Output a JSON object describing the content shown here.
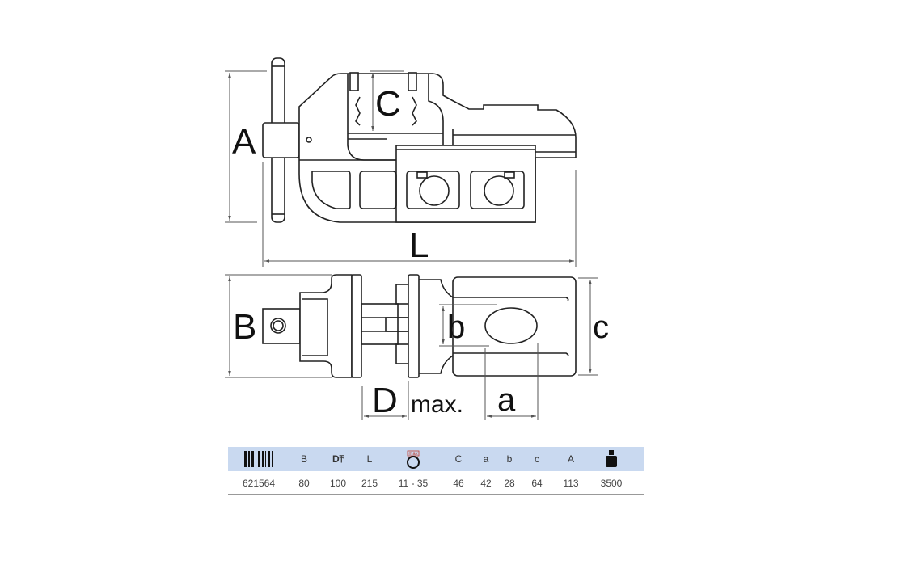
{
  "drawing": {
    "labels": {
      "A": "A",
      "C": "C",
      "L": "L",
      "B": "B",
      "b": "b",
      "c": "c",
      "D": "D",
      "max": "max.",
      "a": "a"
    }
  },
  "table": {
    "headers": [
      {
        "key": "article",
        "icon": "barcode-icon"
      },
      {
        "key": "B",
        "text": "B"
      },
      {
        "key": "D",
        "text": "D",
        "icon": "arrow-up-icon"
      },
      {
        "key": "L",
        "text": "L"
      },
      {
        "key": "capacity",
        "icon": "pipe-max-icon",
        "icon_text": "max"
      },
      {
        "key": "C",
        "text": "C"
      },
      {
        "key": "a",
        "text": "a"
      },
      {
        "key": "b",
        "text": "b"
      },
      {
        "key": "c",
        "text": "c"
      },
      {
        "key": "A",
        "text": "A"
      },
      {
        "key": "weight",
        "icon": "weight-icon"
      }
    ],
    "values": [
      "621564",
      "80",
      "100",
      "215",
      "11 - 35",
      "46",
      "42",
      "28",
      "64",
      "113",
      "3500"
    ],
    "colors": {
      "header_bg": "#c9d9f0",
      "pipe_icon_text": "#c0392b"
    }
  }
}
